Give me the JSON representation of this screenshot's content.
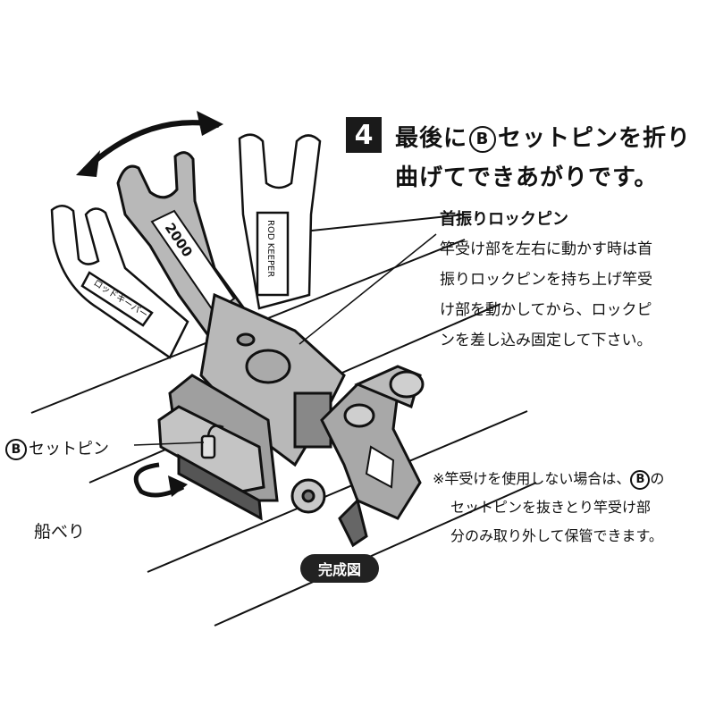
{
  "step": {
    "number": "4",
    "line1_prefix": "最後に",
    "marker": "B",
    "line1_suffix": "セットピンを折り",
    "line2": "曲げてできあがりです。"
  },
  "callout": {
    "title": "首振りロックピン",
    "lines": [
      "竿受け部を左右に動かす時は首",
      "振りロックピンを持ち上げ竿受",
      "け部を動かしてから、ロックピ",
      "ンを差し込み固定して下さい。"
    ]
  },
  "note": {
    "line1_prefix": "※竿受けを使用しない場合は、",
    "marker": "B",
    "line1_suffix": "の",
    "line2": "セットピンを抜きとり竿受け部",
    "line3": "分のみ取り外して保管できます。"
  },
  "labels": {
    "set_pin_marker": "B",
    "set_pin": "セットピン",
    "boat_edge": "船べり",
    "completed": "完成図"
  },
  "product_text": {
    "brand_name": "ロッドキーパー",
    "brand_script": "ROD KEEPER",
    "model": "2000"
  }
}
